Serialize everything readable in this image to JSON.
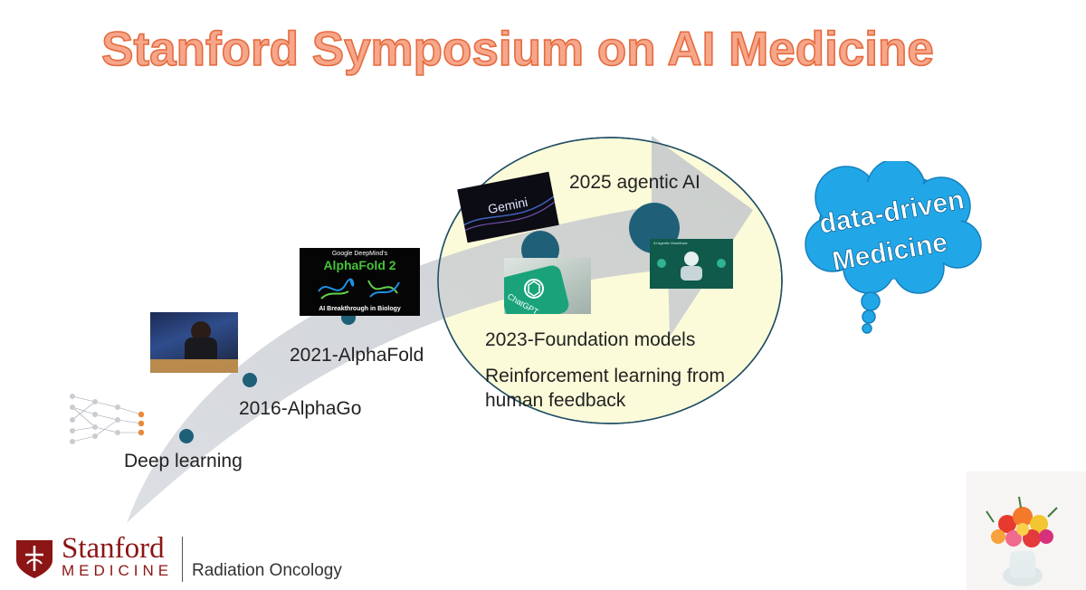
{
  "title": "Stanford Symposium on AI Medicine",
  "milestones": {
    "deep_learning": "Deep learning",
    "alphago": "2016-AlphaGo",
    "alphafold": "2021-AlphaFold",
    "foundation": "2023-Foundation models",
    "rlhf": "Reinforcement learning from human feedback",
    "agentic": "2025 agentic AI"
  },
  "thumbnails": {
    "alphafold": {
      "header": "Google DeepMind's",
      "name": "AlphaFold 2",
      "footer": "AI Breakthrough in Biology"
    },
    "gemini": "Gemini",
    "chatgpt": "ChatGPT",
    "agent": "AI Agentic Workflows"
  },
  "cloud": {
    "line1": "data-driven",
    "line2": "Medicine"
  },
  "logo": {
    "name": "Stanford",
    "sub": "MEDICINE",
    "dept": "Radiation Oncology"
  },
  "colors": {
    "title_fill": "#f6a68a",
    "title_stroke": "#e56b3e",
    "dot": "#1f6078",
    "ellipse_fill": "#fbfbd9",
    "cloud": "#21a7e8",
    "stanford_red": "#8c1515"
  }
}
